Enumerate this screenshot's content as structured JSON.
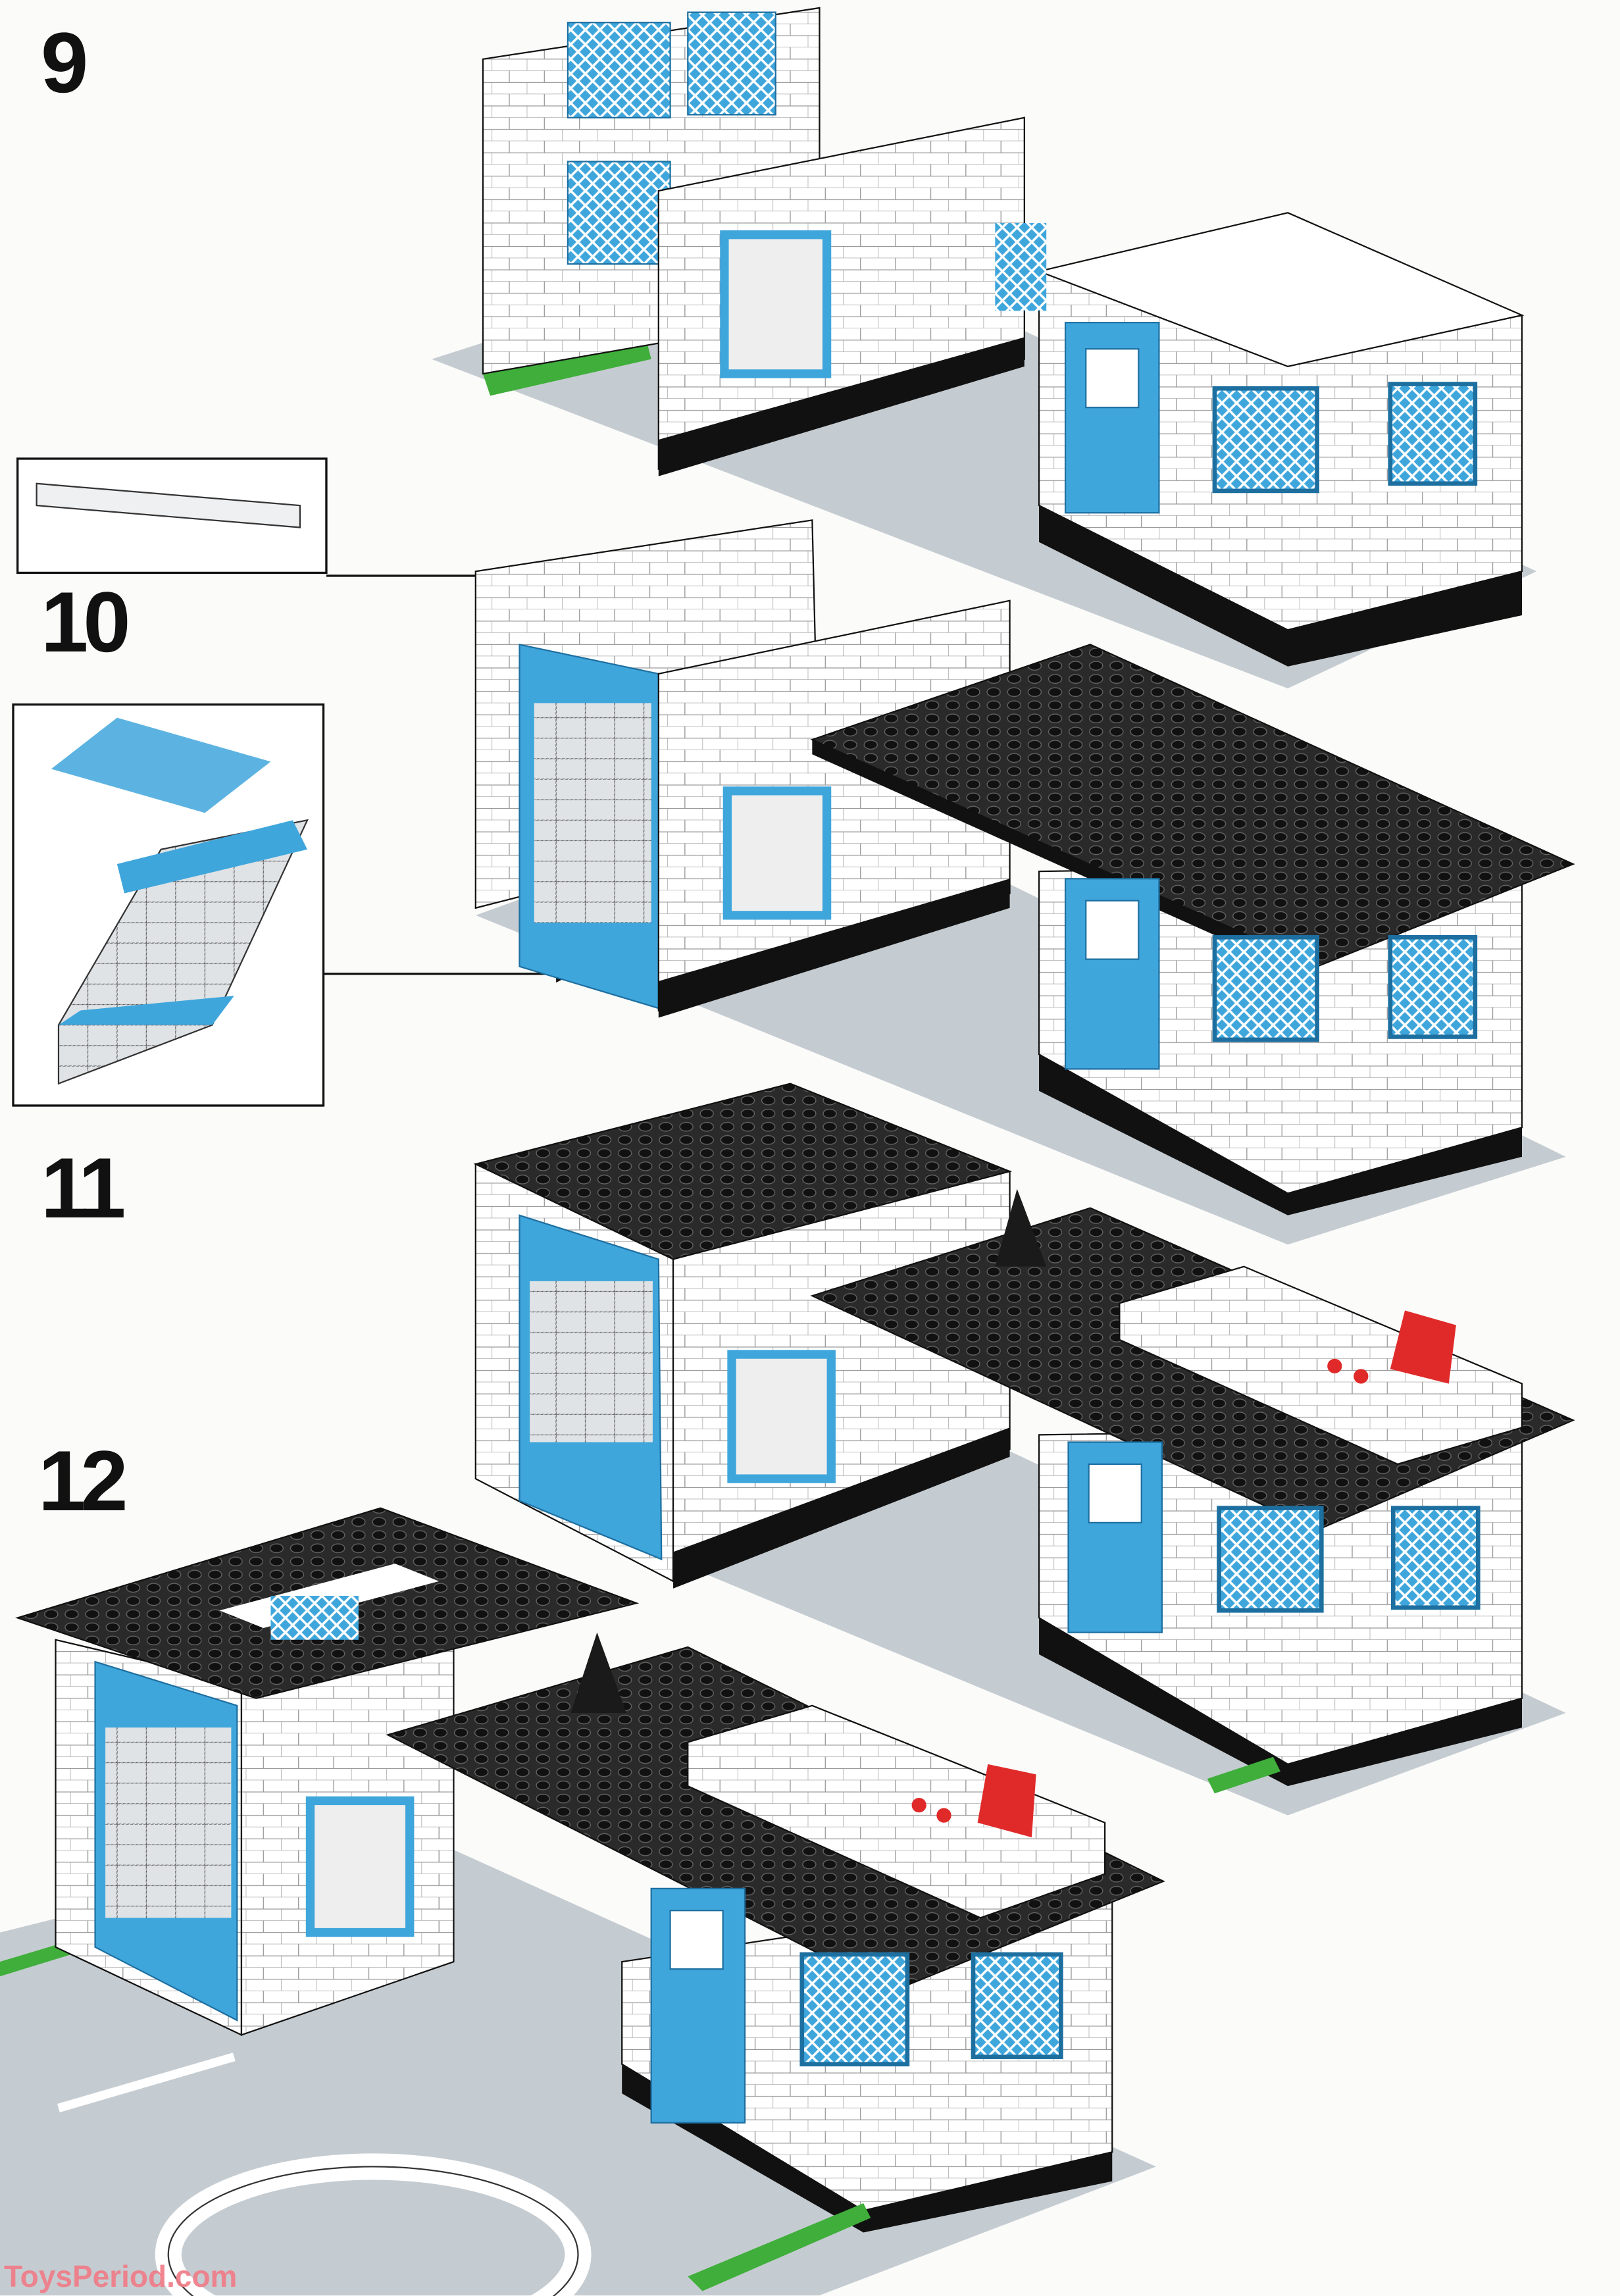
{
  "steps": [
    {
      "number": "9"
    },
    {
      "number": "10"
    },
    {
      "number": "11"
    },
    {
      "number": "12"
    }
  ],
  "watermark": "ToysPeriod.com",
  "colors": {
    "brick_white": "#ffffff",
    "brick_blue": "#3fa6dc",
    "roof_black": "#2a2a2a",
    "ground_gray": "#c5ccd1",
    "grass_green": "#3fae3a",
    "accent_red": "#e02a2a",
    "outline": "#111111"
  }
}
